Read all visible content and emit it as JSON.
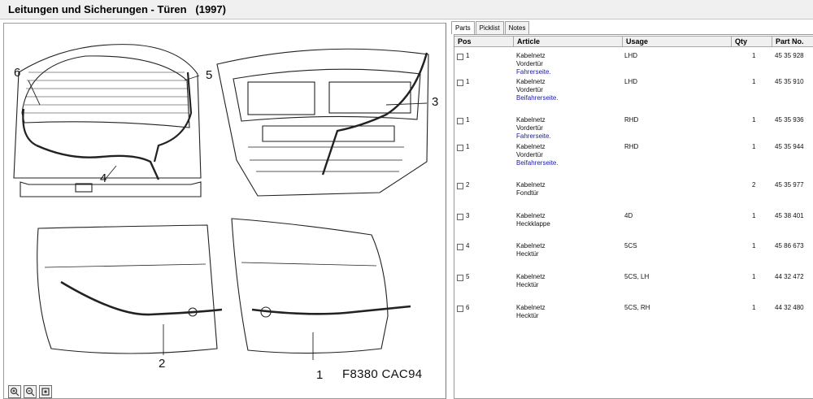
{
  "window": {
    "title": "Leitungen und Sicherungen - Türen   (1997)"
  },
  "diagram": {
    "figure_code": "F8380 CAC94",
    "callouts": [
      "1",
      "2",
      "3",
      "4",
      "5",
      "6"
    ]
  },
  "zoom_controls": [
    "zoom-in-icon",
    "zoom-out-icon",
    "fit-view-icon"
  ],
  "tabs": [
    {
      "label": "Parts",
      "active": true
    },
    {
      "label": "Picklist",
      "active": false
    },
    {
      "label": "Notes",
      "active": false
    }
  ],
  "table": {
    "headers": [
      "Pos",
      "Article",
      "Usage",
      "Qty",
      "Part No."
    ],
    "rows": [
      {
        "pos": "1",
        "article": "Kabelnetz",
        "article2": "Vordertür",
        "note": "Fahrerseite.",
        "usage": "LHD",
        "qty": "1",
        "part": "45 35 928"
      },
      {
        "pos": "1",
        "article": "Kabelnetz",
        "article2": "Vordertür",
        "note": "Beifahrerseite.",
        "usage": "LHD",
        "qty": "1",
        "part": "45 35 910"
      },
      {
        "pos": "1",
        "article": "Kabelnetz",
        "article2": "Vordertür",
        "note": "Fahrerseite.",
        "usage": "RHD",
        "qty": "1",
        "part": "45 35 936"
      },
      {
        "pos": "1",
        "article": "Kabelnetz",
        "article2": "Vordertür",
        "note": "Beifahrerseite.",
        "usage": "RHD",
        "qty": "1",
        "part": "45 35 944"
      },
      {
        "pos": "2",
        "article": "Kabelnetz",
        "article2": "Fondtür",
        "note": "",
        "usage": "",
        "qty": "2",
        "part": "45 35 977"
      },
      {
        "pos": "3",
        "article": "Kabelnetz",
        "article2": "Heckklappe",
        "note": "",
        "usage": "4D",
        "qty": "1",
        "part": "45 38 401"
      },
      {
        "pos": "4",
        "article": "Kabelnetz",
        "article2": "Hecktür",
        "note": "",
        "usage": "5CS",
        "qty": "1",
        "part": "45 86 673"
      },
      {
        "pos": "5",
        "article": "Kabelnetz",
        "article2": "Hecktür",
        "note": "",
        "usage": "5CS, LH",
        "qty": "1",
        "part": "44 32 472"
      },
      {
        "pos": "6",
        "article": "Kabelnetz",
        "article2": "Hecktür",
        "note": "",
        "usage": "5CS, RH",
        "qty": "1",
        "part": "44 32 480"
      }
    ]
  }
}
